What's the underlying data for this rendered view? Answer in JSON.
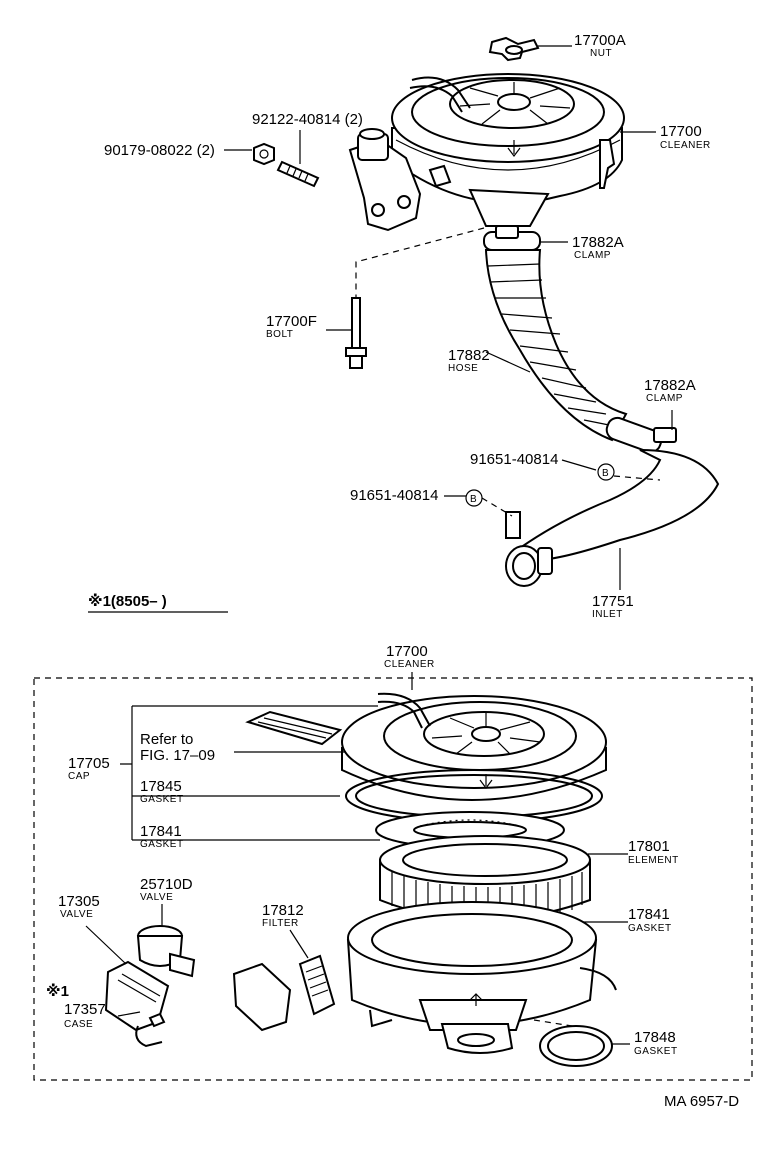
{
  "labels": {
    "p17700a": {
      "number": "17700A",
      "name": "NUT"
    },
    "p17700": {
      "number": "17700",
      "name": "CLEANER"
    },
    "p92122": {
      "number": "92122-40814 (2)"
    },
    "p90179": {
      "number": "90179-08022 (2)"
    },
    "p17882a_top": {
      "number": "17882A",
      "name": "CLAMP"
    },
    "p17700f": {
      "number": "17700F",
      "name": "BOLT"
    },
    "p17882": {
      "number": "17882",
      "name": "HOSE"
    },
    "p17882a_bot": {
      "number": "17882A",
      "name": "CLAMP"
    },
    "p91651_a": {
      "number": "91651-40814"
    },
    "p91651_b": {
      "number": "91651-40814"
    },
    "p17751": {
      "number": "17751",
      "name": "INLET"
    },
    "applicability": {
      "text": "※1(8505–        )"
    },
    "inset_17700": {
      "number": "17700",
      "name": "CLEANER"
    },
    "refer": {
      "line1": "Refer to",
      "line2": "FIG. 17–09"
    },
    "p17705": {
      "number": "17705",
      "name": "CAP"
    },
    "p17845": {
      "number": "17845",
      "name": "GASKET"
    },
    "p17841_a": {
      "number": "17841",
      "name": "GASKET"
    },
    "p17801": {
      "number": "17801",
      "name": "ELEMENT"
    },
    "p17841_b": {
      "number": "17841",
      "name": "GASKET"
    },
    "p17305": {
      "number": "17305",
      "name": "VALVE"
    },
    "p25710d": {
      "number": "25710D",
      "name": "VALVE"
    },
    "p17812": {
      "number": "17812",
      "name": "FILTER"
    },
    "p17357": {
      "number": "17357",
      "name": "CASE"
    },
    "star1": {
      "text": "※1"
    },
    "p17848": {
      "number": "17848",
      "name": "GASKET"
    },
    "marker_b": "B",
    "footer": "MA  6957-D"
  }
}
